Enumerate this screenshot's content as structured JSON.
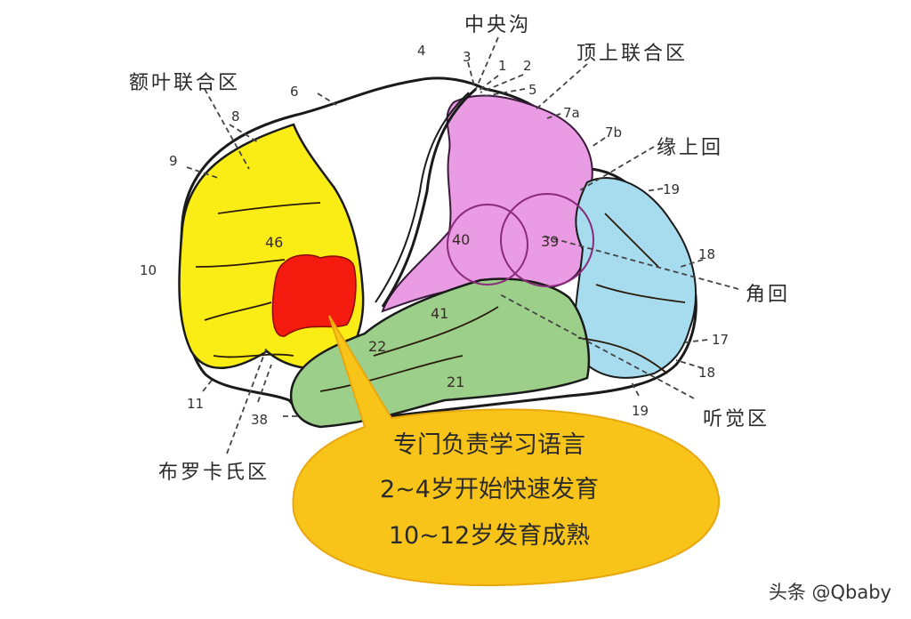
{
  "diagram": {
    "title": "Brain language area diagram",
    "regions": [
      {
        "name": "frontal-association",
        "label": "额叶联合区",
        "color": "#f9ed15"
      },
      {
        "name": "motor-premotor",
        "label": "",
        "color": "#ffffff"
      },
      {
        "name": "parietal-association",
        "label": "顶上联合区",
        "color": "#e99be4"
      },
      {
        "name": "occipital-visual",
        "label": "",
        "color": "#a7dcee"
      },
      {
        "name": "temporal",
        "label": "",
        "color": "#9ccf8a"
      },
      {
        "name": "broca",
        "label": "布罗卡氏区",
        "color": "#f41a0e"
      }
    ],
    "labels": {
      "central_sulcus": "中央沟",
      "superior_parietal": "顶上联合区",
      "frontal_association": "额叶联合区",
      "supramarginal": "缘上回",
      "angular_gyrus": "角回",
      "auditory_area": "听觉区",
      "broca_area": "布罗卡氏区"
    },
    "area_numbers": {
      "n4": "4",
      "n3": "3",
      "n1": "1",
      "n2": "2",
      "n5": "5",
      "n6": "6",
      "n8": "8",
      "n9": "9",
      "n10": "10",
      "n11": "11",
      "n46": "46",
      "n38": "38",
      "n7a": "7a",
      "n7b": "7b",
      "n19a": "19",
      "n18a": "18",
      "n17": "17",
      "n18b": "18",
      "n19b": "19",
      "n40": "40",
      "n39": "39",
      "n41": "41",
      "n22": "22",
      "n21": "21"
    }
  },
  "callout": {
    "color": "#f8c41a",
    "line1": "专门负责学习语言",
    "line2": "2~4岁开始快速发育",
    "line3": "10~12岁发育成熟"
  },
  "watermark": "头条 @Qbaby"
}
